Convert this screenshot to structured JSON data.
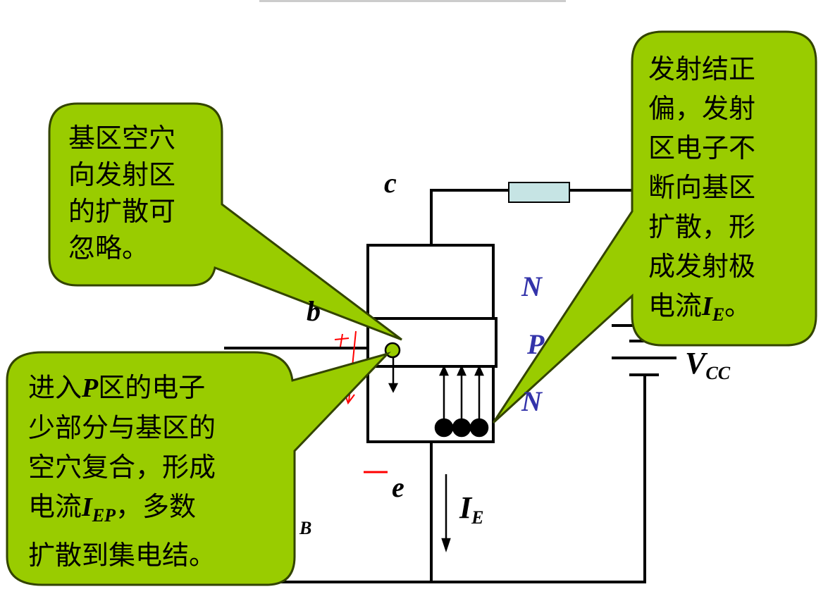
{
  "callouts": {
    "base_holes": {
      "lines": [
        "基区空穴",
        "向发射区",
        "的扩散可",
        "忽略。"
      ]
    },
    "recombination": {
      "line1_a": "进入",
      "line1_p": "P",
      "line1_b": "区的电子",
      "line2": "少部分与基区的",
      "line3": "空穴复合，形成",
      "line4_a": "电流",
      "line4_i": "I",
      "line4_sub": "EP",
      "line4_b": "，多数",
      "line5": "扩散到集电结。"
    },
    "emitter": {
      "lines": [
        "发射结正",
        "偏，发射",
        "区电子不",
        "断向基区",
        "扩散，形",
        "成发射极"
      ],
      "last_a": "电流",
      "last_i": "I",
      "last_sub": "E",
      "last_b": "。"
    }
  },
  "labels": {
    "c": "c",
    "b": "b",
    "e": "e",
    "B": "B",
    "n_top": "N",
    "p_mid": "P",
    "n_bottom": "N",
    "ie_i": "I",
    "ie_sub": "E",
    "vcc_v": "V",
    "vcc_sub": "CC",
    "plus": "+",
    "minus": "—"
  },
  "colors": {
    "callout": "#99cc00",
    "resistor": "#c6e4e4",
    "region_label": "#3333aa",
    "annotation": "#ff0000"
  }
}
